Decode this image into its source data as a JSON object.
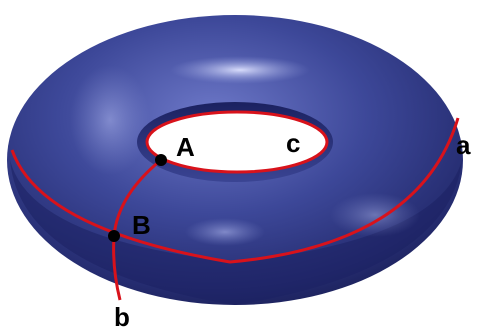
{
  "diagram": {
    "labels": {
      "point_a": "A",
      "point_b": "B",
      "curve_a": "a",
      "curve_b": "b",
      "curve_c": "c"
    },
    "colors": {
      "torus_dark": "#1a1f5c",
      "torus_mid": "#3a4699",
      "torus_light": "#8d97d8",
      "highlight": "#c9cff5",
      "curve": "#d8121b",
      "point": "#000000",
      "background": "#ffffff"
    }
  }
}
